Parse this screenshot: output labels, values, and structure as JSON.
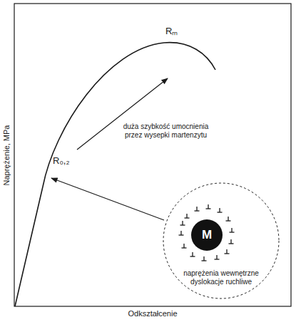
{
  "diagram": {
    "nodes": [
      {
        "text": [
          "naprężenia wewnętrzne dyslokacje ruchliwe"
        ]
      },
      {
        "text": [
          "M"
        ],
        "in": 0
      }
    ],
    "labels": [
      "Rₘ",
      "R₀,₂",
      "duża szybkość umocnienia przez wysepki martenzytu",
      "Naprężenie, MPa",
      "Odkształcenie"
    ]
  }
}
